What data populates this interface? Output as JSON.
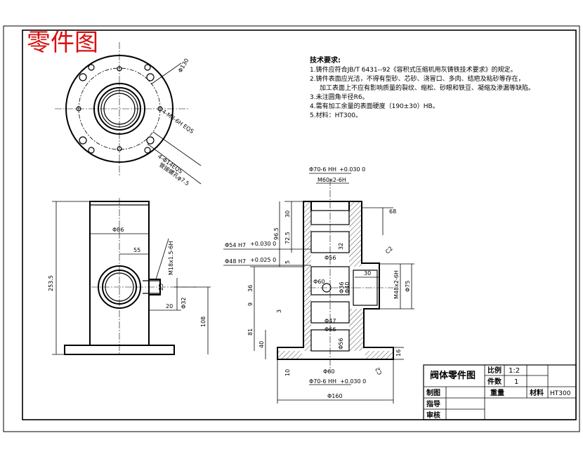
{
  "title_stamp": "零件图",
  "tech_requirements": {
    "heading": "技术要求:",
    "items": [
      "1.铸件应符合JB/T 6431--92《容积式压缩机用灰铸铁技术要求》的规定。",
      "2.铸件表面应光洁，不得有型砂、芯砂、浇冒口、多肉、结疤及粘砂等存在，",
      "加工表面上不应有影响质量的裂纹、缩松、砂眼和铁豆、凝缩及渗漏等缺陷。",
      "3.未注圆角半径R6。",
      "4.需有加工余量的表面硬度（190±30）HB。",
      "5.材料：HT300。"
    ]
  },
  "top_view": {
    "dims": [
      "Φ130",
      "4-M8-6H EQS",
      "4-Φ14EQS",
      "管接螺孔φ7.5"
    ]
  },
  "front_view": {
    "dims": [
      "Φ86",
      "55",
      "M18x1.5-6H",
      "253.5",
      "Φ32",
      "20",
      "108",
      "25"
    ]
  },
  "section_view": {
    "dims_left": [
      "Φ54 H7",
      "Φ48 H7",
      "96.5",
      "30",
      "72.5",
      "36",
      "9",
      "3",
      "81",
      "40",
      "5",
      "10"
    ],
    "dims_inner": [
      "M60x2-6H",
      "Φ70-6 HH",
      "Φ56",
      "32",
      "Φ60",
      "Φ36",
      "Φ40",
      "Φ47",
      "Φ66",
      "Φ56",
      "Φ60",
      "Φ70-6 HH"
    ],
    "dims_right": [
      "68",
      "30",
      "M48x2-6H",
      "Φ75",
      "16",
      "C2",
      "C2"
    ],
    "dim_bottom": "Φ160",
    "tol_a": "+0.030 0",
    "tol_b": "+0.025 0"
  },
  "title_block": {
    "part_name": "阀体零件图",
    "scale_label": "比例",
    "scale_value": "1:2",
    "count_label": "件数",
    "count_value": "1",
    "drawn_label": "制图",
    "weight_label": "重量",
    "material_label": "材料",
    "material_value": "HT300",
    "guide_label": "指导",
    "review_label": "审核"
  }
}
